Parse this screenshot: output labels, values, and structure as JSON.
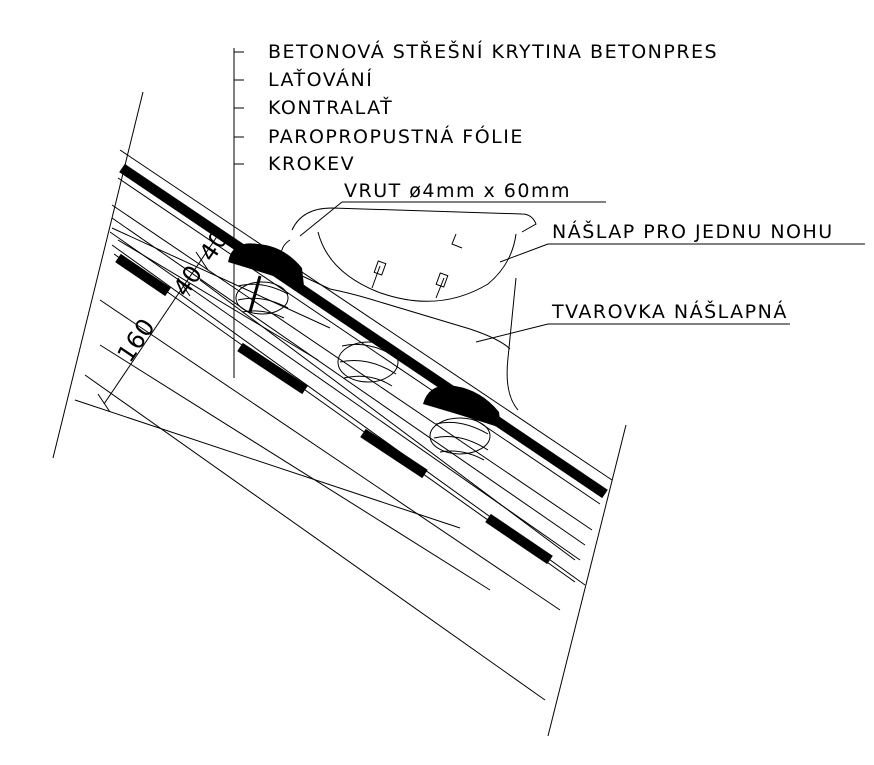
{
  "legend": {
    "items": [
      "BETONOVÁ STŘEŠNÍ KRYTINA BETONPRES",
      "LAŤOVÁNÍ",
      "KONTRALAŤ",
      "PAROPROPUSTNÁ FÓLIE",
      "KROKEV"
    ]
  },
  "labels": {
    "screw": "VRUT ø4mm x 60mm",
    "step": "NÁŠLAP PRO JEDNU NOHU",
    "fitting": "TVAROVKA NÁŠLAPNÁ"
  },
  "dimensions": {
    "d1": "40",
    "d2": "40",
    "d3": "160"
  }
}
